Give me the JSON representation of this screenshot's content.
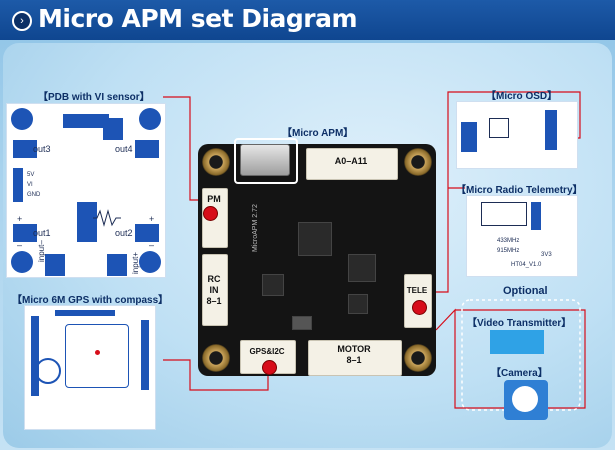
{
  "header": {
    "title": "Micro APM set Diagram",
    "bullet": "›"
  },
  "labels": {
    "pdb": "【PDB with VI sensor】",
    "gps": "【Micro 6M GPS with compass】",
    "apm": "【Micro APM】",
    "osd": "【Micro OSD】",
    "telemetry": "【Micro Radio Telemetry】",
    "optional": "Optional",
    "video": "【Video Transmitter】",
    "camera": "【Camera】"
  },
  "pdb": {
    "out3": "out3",
    "out4": "out4",
    "out1": "out1",
    "out2": "out2",
    "input_minus": "input–",
    "input_plus": "input+",
    "plus": "+",
    "minus": "–",
    "pins": [
      "5V",
      "VI",
      "GND"
    ]
  },
  "apm": {
    "a0_a11": "A0–A11",
    "pm": "PM",
    "rc_in": "RC IN\n8–1",
    "tele": "TELE",
    "gps_i2c": "GPS&I2C",
    "motor": "MOTOR\n8–1",
    "silk_text": "MicroAPM 2.72"
  },
  "telemetry_board": {
    "freq1": "433MHz",
    "freq2": "915MHz",
    "model": "HT04_V1.0",
    "v": "3V3"
  },
  "colors": {
    "header": "#1d5aa8",
    "board_blue": "#1d54b5",
    "red": "#d70d1a",
    "pcb": "#141414"
  }
}
